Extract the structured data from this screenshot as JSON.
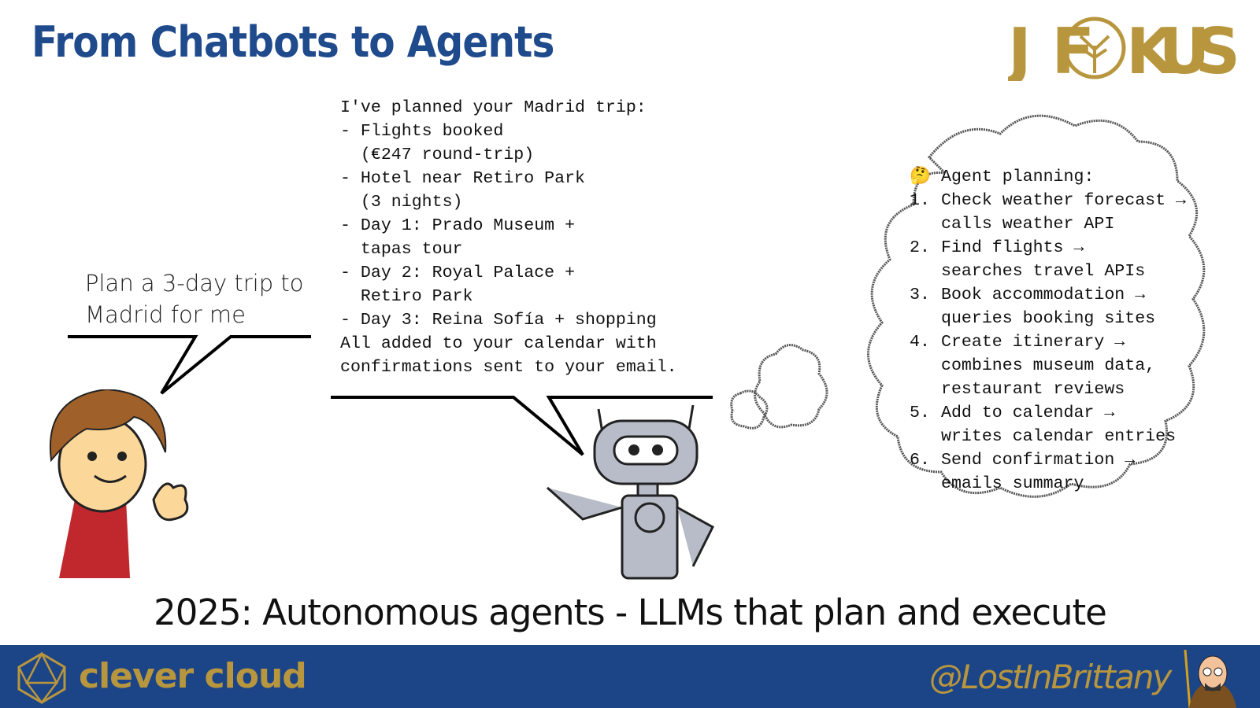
{
  "title": "From Chatbots to Agents",
  "logo_text": "JFOKUS",
  "user_message": [
    "Plan a 3-day trip to",
    "Madrid for me"
  ],
  "bot_response": [
    "I've planned your Madrid trip:",
    "- Flights booked",
    "  (€247 round-trip)",
    "- Hotel near Retiro Park",
    "  (3 nights)",
    "- Day 1: Prado Museum +",
    "  tapas tour",
    "- Day 2: Royal Palace +",
    "  Retiro Park",
    "- Day 3: Reina Sofía + shopping",
    "All added to your calendar with",
    "confirmations sent to your email."
  ],
  "planning": {
    "heading": "Agent planning:",
    "emoji": "🤔",
    "steps": [
      {
        "num": "1.",
        "lines": [
          "Check weather forecast →",
          "calls weather API"
        ]
      },
      {
        "num": "2.",
        "lines": [
          "Find flights →",
          "searches travel APIs"
        ]
      },
      {
        "num": "3.",
        "lines": [
          "Book accommodation →",
          "queries booking sites"
        ]
      },
      {
        "num": "4.",
        "lines": [
          "Create itinerary →",
          "combines museum data,",
          "restaurant reviews"
        ]
      },
      {
        "num": "5.",
        "lines": [
          "Add to calendar →",
          "writes calendar entries"
        ]
      },
      {
        "num": "6.",
        "lines": [
          "Send confirmation →",
          "emails summary"
        ]
      }
    ]
  },
  "caption": "2025: Autonomous agents - LLMs that plan and execute",
  "footer": {
    "brand": "clever cloud",
    "handle": "@LostInBrittany"
  },
  "colors": {
    "primary": "#1c4587",
    "gold": "#b8963e"
  }
}
